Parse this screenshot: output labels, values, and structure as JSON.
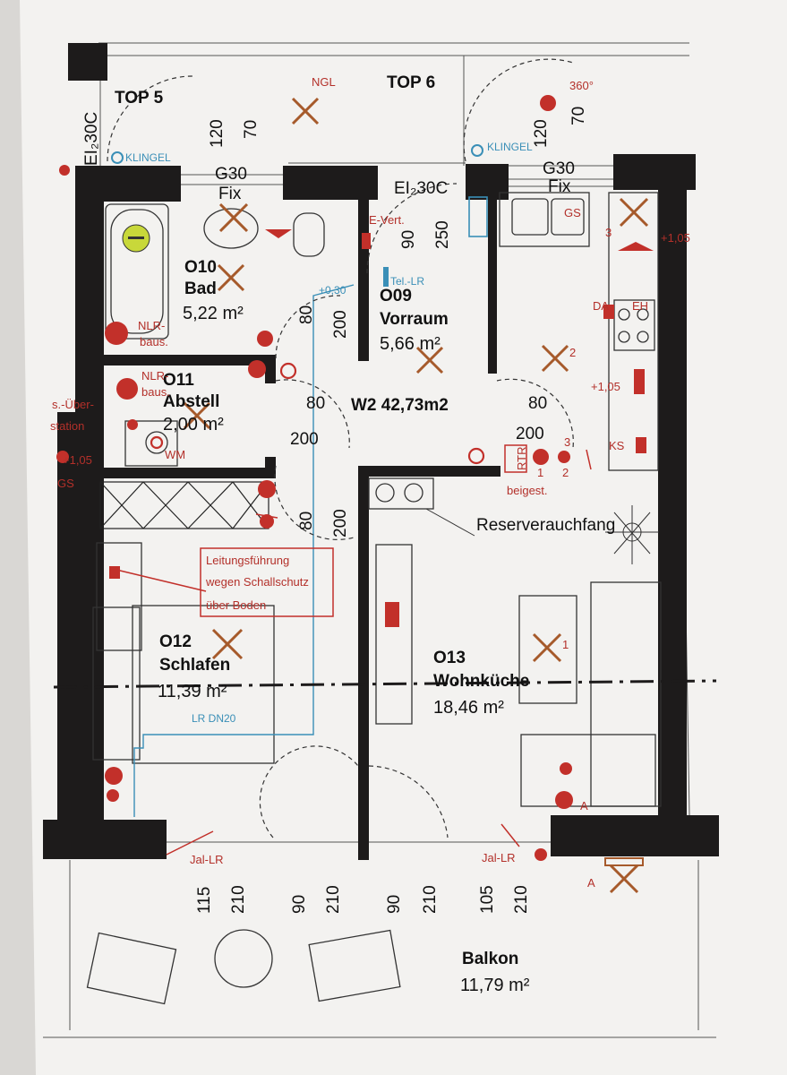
{
  "plan": {
    "units": {
      "top5": "TOP 5",
      "top6": "TOP 6"
    },
    "apartment": "W2 42,73m2",
    "rooms": {
      "bad": {
        "code": "O10",
        "name": "Bad",
        "area": "5,22 m²"
      },
      "vorraum": {
        "code": "O09",
        "name": "Vorraum",
        "area": "5,66 m²"
      },
      "abstell": {
        "code": "O11",
        "name": "Abstell",
        "area": "2,00 m²"
      },
      "schlafen": {
        "code": "O12",
        "name": "Schlafen",
        "area": "11,39 m²"
      },
      "wohnkueche": {
        "code": "O13",
        "name": "Wohnküche",
        "area": "18,46 m²"
      },
      "balkon": {
        "name": "Balkon",
        "area": "11,79 m²"
      }
    },
    "doors": {
      "entry_top5": [
        "120",
        "70"
      ],
      "entry_top6": [
        "120",
        "70"
      ],
      "bad": [
        "80",
        "200"
      ],
      "vorraum_top": [
        "90",
        "250"
      ],
      "abstell": [
        "80",
        "200"
      ],
      "kueche": [
        "80",
        "200"
      ],
      "schlafen": [
        "80",
        "200"
      ],
      "balcony": [
        "115",
        "210",
        "90",
        "210",
        "90",
        "210",
        "105",
        "210"
      ]
    },
    "annotations": {
      "ngl": "NGL",
      "klingel": "KLINGEL",
      "angle": "360°",
      "g30": "G30",
      "fix": "Fix",
      "ei30c": "EI₂30C",
      "evert": "E-Vert.",
      "tel_lr": "Tel.-LR",
      "plus030": "+0,30",
      "nlr_baus": [
        "NLR-",
        "baus."
      ],
      "nlr_baus2": [
        "NLR-",
        "baus."
      ],
      "uebergabe": [
        "s.-Über-",
        "station"
      ],
      "wm": "WM",
      "plus105": "+1,05",
      "gs": "GS",
      "gs_right": "GS",
      "da": "DA",
      "eh": "EH",
      "ks": "KS",
      "plus105_right": "+1,05",
      "plus105_far": "+1,05",
      "rtr": "RTR",
      "beigest": "beigest.",
      "reserverauchfang": "Reserverauchfang",
      "leitung": [
        "Leitungsführung",
        "wegen Schallschutz",
        "über Boden"
      ],
      "lr_dn20": "LR DN20",
      "jal_lr_left": "Jal-LR",
      "jal_lr_right": "Jal-LR",
      "mark_a": "A",
      "mark_a2": "A",
      "num_1": "1",
      "num_2": "2",
      "num_3": "3",
      "num_3b": "3",
      "num_x1": "1",
      "num_x2": "2"
    }
  }
}
